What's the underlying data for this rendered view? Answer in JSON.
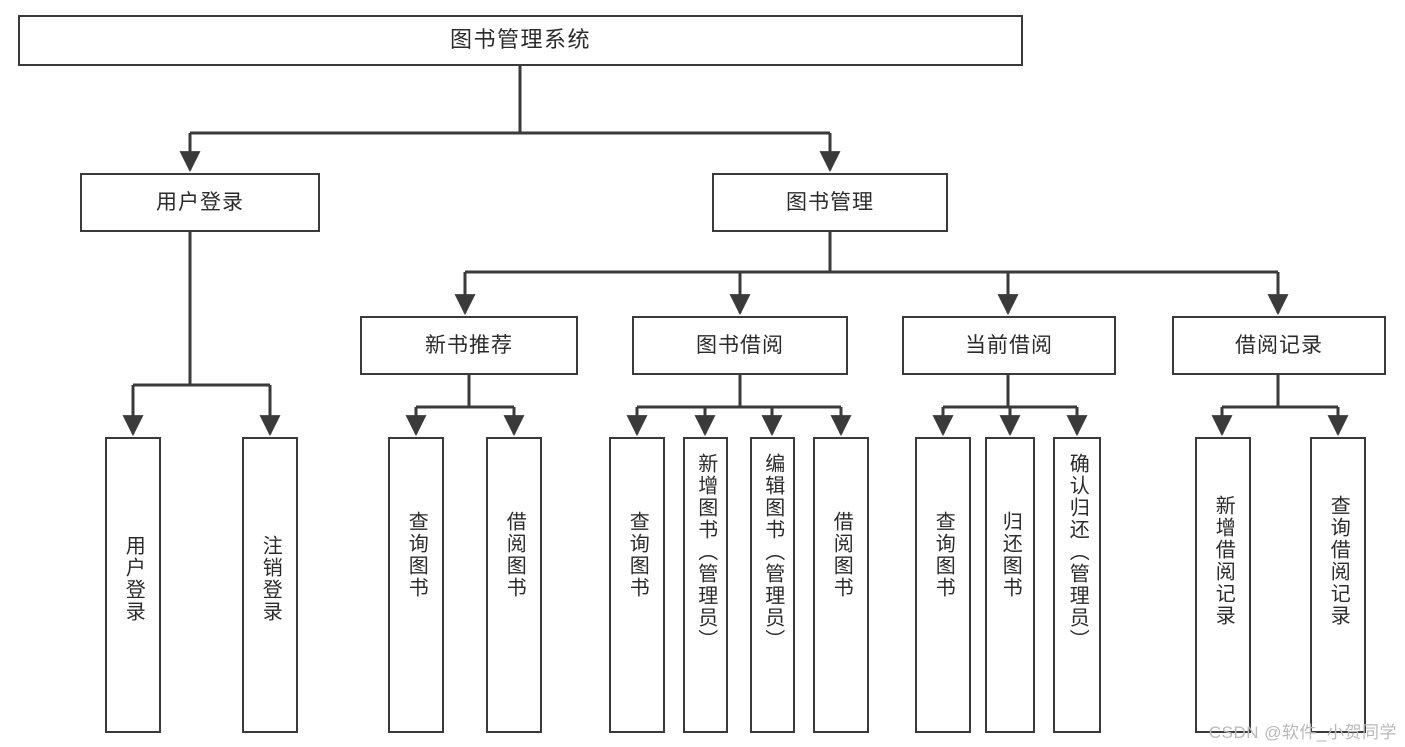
{
  "diagram": {
    "title": "图书管理系统",
    "watermark": "CSDN @软件_小贺同学",
    "stroke_color": "#3a3a3a",
    "text_color": "#2b2b2b",
    "background": "#ffffff",
    "nodes": {
      "root": "图书管理系统",
      "user_login": "用户登录",
      "book_manage": "图书管理",
      "new_book_rec": "新书推荐",
      "book_borrow": "图书借阅",
      "current_borrow": "当前借阅",
      "borrow_record": "借阅记录",
      "leaf_user_login": "用户登录",
      "leaf_logout": "注销登录",
      "leaf_query_book_1": "查询图书",
      "leaf_borrow_book_1": "借阅图书",
      "leaf_query_book_2": "查询图书",
      "leaf_add_book_admin": "新增图书（管理员）",
      "leaf_edit_book_admin": "编辑图书（管理员）",
      "leaf_borrow_book_2": "借阅图书",
      "leaf_query_book_3": "查询图书",
      "leaf_return_book": "归还图书",
      "leaf_confirm_return_admin": "确认归还（管理员）",
      "leaf_add_record": "新增借阅记录",
      "leaf_query_record": "查询借阅记录"
    }
  },
  "chart_data": {
    "type": "diagram",
    "subtype": "tree / functional-structure-chart",
    "title": "图书管理系统",
    "orientation": "top-down",
    "levels": 4,
    "tree": {
      "label": "图书管理系统",
      "children": [
        {
          "label": "用户登录",
          "children": [
            {
              "label": "用户登录",
              "children": []
            },
            {
              "label": "注销登录",
              "children": []
            }
          ]
        },
        {
          "label": "图书管理",
          "children": [
            {
              "label": "新书推荐",
              "children": [
                {
                  "label": "查询图书",
                  "children": []
                },
                {
                  "label": "借阅图书",
                  "children": []
                }
              ]
            },
            {
              "label": "图书借阅",
              "children": [
                {
                  "label": "查询图书",
                  "children": []
                },
                {
                  "label": "新增图书（管理员）",
                  "children": []
                },
                {
                  "label": "编辑图书（管理员）",
                  "children": []
                },
                {
                  "label": "借阅图书",
                  "children": []
                }
              ]
            },
            {
              "label": "当前借阅",
              "children": [
                {
                  "label": "查询图书",
                  "children": []
                },
                {
                  "label": "归还图书",
                  "children": []
                },
                {
                  "label": "确认归还（管理员）",
                  "children": []
                }
              ]
            },
            {
              "label": "借阅记录",
              "children": [
                {
                  "label": "新增借阅记录",
                  "children": []
                },
                {
                  "label": "查询借阅记录",
                  "children": []
                }
              ]
            }
          ]
        }
      ]
    }
  }
}
